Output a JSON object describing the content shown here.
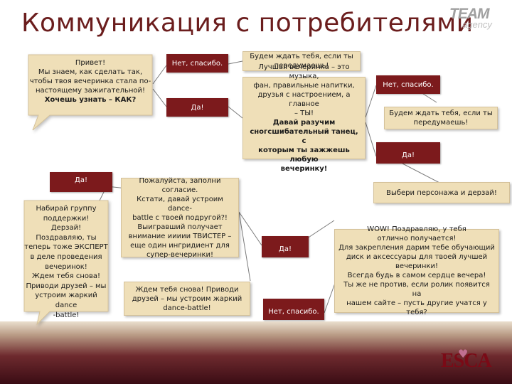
{
  "title": "Коммуникация с потребителями",
  "logos": {
    "team_top": "TEAM",
    "team_bottom": "agency",
    "esca": "ESCA"
  },
  "speech_bubbles": {
    "greeting": [
      "Привет!",
      "Мы знаем, как сделать так,",
      "чтобы твоя вечеринка стала по-",
      "настоящему зажигательной!",
      "Хочешь узнать – КАК?"
    ],
    "expert": [
      "Набирай группу",
      "поддержки!",
      "Дерзай!",
      "Поздравляю, ты",
      "теперь тоже ЭКСПЕРТ",
      "в деле проведения",
      "вечеринок!",
      "Ждем тебя снова!",
      "Приводи друзей – мы",
      "устроим жаркий dance",
      "-battle!"
    ]
  },
  "boxes": {
    "wait_1": [
      "Будем ждать тебя, если ты",
      "передумаешь!"
    ],
    "best_party": [
      "Лучшая вечеринка – это музыка,",
      "фан, правильные напитки,",
      "друзья с настроением, а главное",
      "– ТЫ!",
      "Давай разучим",
      "сногсшибательный танец, с",
      "которым ты зажжешь любую",
      "вечеринку!"
    ],
    "wait_2": [
      "Будем ждать тебя, если ты",
      "передумаешь!"
    ],
    "fill_consent": [
      "Пожалуйста, заполни согласие.",
      "Кстати, давай устроим dance-",
      "battle с твоей подругой?!",
      "Выигравший получает",
      "внимание иииии ТВИСТЕР –",
      "еще один ингридиент для",
      "супер-вечеринки!"
    ],
    "wait_again": [
      "Ждем тебя снова! Приводи",
      "друзей – мы устроим жаркий",
      "dance-battle!"
    ],
    "choose_character": [
      "Выбери персонажа и дерзай!"
    ],
    "wow": [
      "WOW! Поздравляю, у тебя",
      "отлично получается!",
      "Для закрепления дарим тебе обучающий",
      "диск и аксессуары для твоей лучшей",
      "вечеринки!",
      "Всегда будь в самом сердце вечера!",
      "Ты же не против, если ролик появится на",
      "нашем сайте – пусть другие учатся у тебя?"
    ]
  },
  "buttons": {
    "no_1": "Нет, спасибо.",
    "yes_1": "Да!",
    "no_2": "Нет, спасибо.",
    "yes_2": "Да!",
    "yes_3": "Да!",
    "yes_4": "Да!",
    "no_3": "Нет, спасибо."
  },
  "colors": {
    "title": "#6b1d1d",
    "button": "#7c1a1c",
    "box": "#efdfb8",
    "line": "#7a7a7a"
  }
}
